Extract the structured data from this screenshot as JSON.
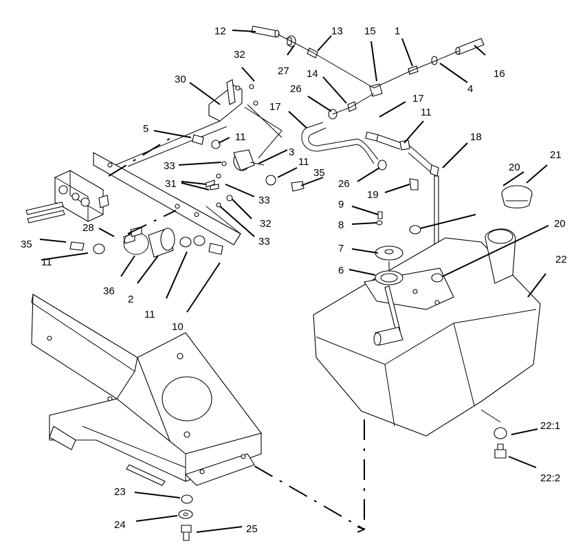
{
  "callouts": [
    {
      "id": "c12",
      "text": "12"
    },
    {
      "id": "c13",
      "text": "13"
    },
    {
      "id": "c15",
      "text": "15"
    },
    {
      "id": "c1",
      "text": "1"
    },
    {
      "id": "c16",
      "text": "16"
    },
    {
      "id": "c4",
      "text": "4"
    },
    {
      "id": "c27",
      "text": "27"
    },
    {
      "id": "c32a",
      "text": "32"
    },
    {
      "id": "c30",
      "text": "30"
    },
    {
      "id": "c14",
      "text": "14"
    },
    {
      "id": "c26a",
      "text": "26"
    },
    {
      "id": "c17a",
      "text": "17"
    },
    {
      "id": "c17b",
      "text": "17"
    },
    {
      "id": "c11a",
      "text": "11"
    },
    {
      "id": "c18",
      "text": "18"
    },
    {
      "id": "c21",
      "text": "21"
    },
    {
      "id": "c5",
      "text": "5"
    },
    {
      "id": "c11b",
      "text": "11"
    },
    {
      "id": "c3",
      "text": "3"
    },
    {
      "id": "c11c",
      "text": "11"
    },
    {
      "id": "c33a",
      "text": "33"
    },
    {
      "id": "c35a",
      "text": "35"
    },
    {
      "id": "c31",
      "text": "31"
    },
    {
      "id": "c20a",
      "text": "20"
    },
    {
      "id": "c26b",
      "text": "26"
    },
    {
      "id": "c19",
      "text": "19"
    },
    {
      "id": "c33b",
      "text": "33"
    },
    {
      "id": "c9",
      "text": "9"
    },
    {
      "id": "c32b",
      "text": "32"
    },
    {
      "id": "c20b",
      "text": "20"
    },
    {
      "id": "c8",
      "text": "8"
    },
    {
      "id": "c28",
      "text": "28"
    },
    {
      "id": "c33c",
      "text": "33"
    },
    {
      "id": "c35b",
      "text": "35"
    },
    {
      "id": "c7",
      "text": "7"
    },
    {
      "id": "c22",
      "text": "22"
    },
    {
      "id": "c11d",
      "text": "11"
    },
    {
      "id": "c6",
      "text": "6"
    },
    {
      "id": "c36",
      "text": "36"
    },
    {
      "id": "c2",
      "text": "2"
    },
    {
      "id": "c11e",
      "text": "11"
    },
    {
      "id": "c10",
      "text": "10"
    },
    {
      "id": "c221",
      "text": "22:1"
    },
    {
      "id": "c222",
      "text": "22:2"
    },
    {
      "id": "c23",
      "text": "23"
    },
    {
      "id": "c24",
      "text": "24"
    },
    {
      "id": "c25",
      "text": "25"
    }
  ]
}
